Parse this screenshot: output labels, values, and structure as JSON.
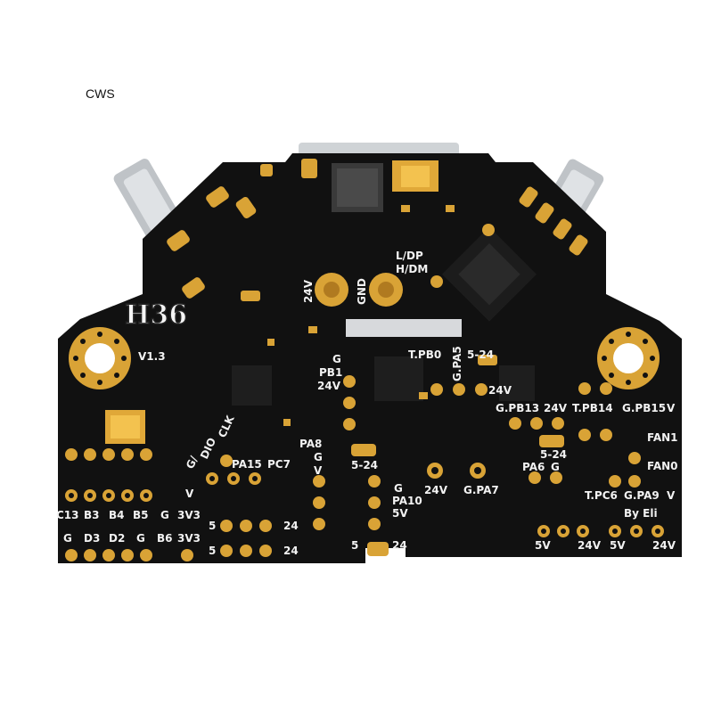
{
  "watermark": "CWS",
  "board": {
    "logo": "H36",
    "version": "V1.3",
    "signature": "By Eli",
    "colors": {
      "pcb": "#111111",
      "gold": "#d9a336",
      "silk": "#f2f2f2"
    },
    "labels": {
      "v24_left": "24V",
      "gnd": "GND",
      "ldp": "L/DP",
      "hdm": "H/DM",
      "tpb0": "T.PB0",
      "gpa5": "G.PA5",
      "r524a": "5-24",
      "v24_a": "24V",
      "g_pb1": "G",
      "pb1": "PB1",
      "v24_b": "24V",
      "dio": "DIO",
      "g_dio": "G/",
      "clk": "CLK",
      "pa15": "PA15",
      "pc7": "PC7",
      "v_left": "V",
      "pa8": "PA8",
      "g_pa8": "G",
      "v_pa8": "V",
      "r524b": "5-24",
      "g_pa10": "G",
      "pa10": "PA10",
      "v5_pa10": "5V",
      "v24_c": "24V",
      "gpa7": "G.PA7",
      "gpb13": "G.PB13",
      "v24_d": "24V",
      "tpb14": "T.PB14",
      "gpb15": "G.PB15",
      "v_pb15": "V",
      "fan1": "FAN1",
      "fan0": "FAN0",
      "r524c": "5-24",
      "pa6": "PA6",
      "g_pa6": "G",
      "tpc6": "T.PC6",
      "gpa9": "G.PA9",
      "v_pa9": "V",
      "row1": [
        "C13",
        "B3",
        "B4",
        "B5",
        "G",
        "3V3"
      ],
      "row2": [
        "G",
        "D3",
        "D2",
        "G",
        "B6",
        "3V3"
      ],
      "five_a": "5",
      "v24_e": "24",
      "five_b": "5",
      "v24_f": "24",
      "five_c": "5",
      "v24_g": "24",
      "bottom_right": [
        "5V",
        "24V",
        "5V",
        "24V"
      ]
    }
  }
}
